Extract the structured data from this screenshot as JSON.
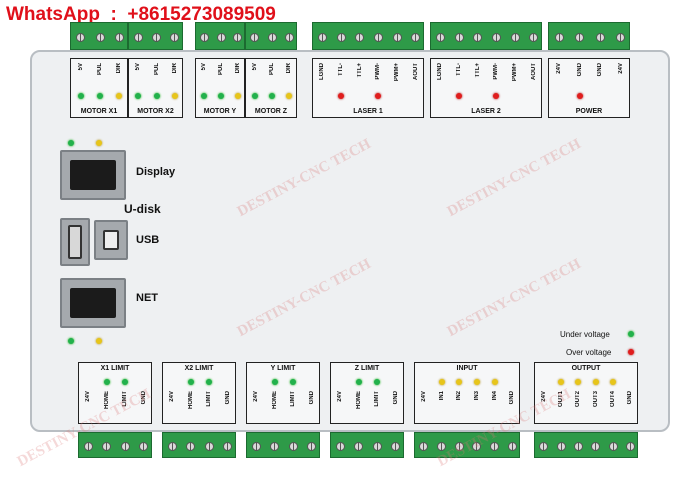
{
  "watermark_header": "WhatsApp  :  +8615273089509",
  "watermark_text": "DESTINY-CNC TECH",
  "top_groups": [
    {
      "caption": "MOTOR X1",
      "pins": [
        "5V",
        "PUL",
        "DIR"
      ]
    },
    {
      "caption": "MOTOR X2",
      "pins": [
        "5V",
        "PUL",
        "DIR"
      ]
    },
    {
      "caption": "MOTOR Y",
      "pins": [
        "5V",
        "PUL",
        "DIR"
      ]
    },
    {
      "caption": "MOTOR Z",
      "pins": [
        "5V",
        "PUL",
        "DIR"
      ]
    },
    {
      "caption": "LASER 1",
      "pins": [
        "LGND",
        "TTL-",
        "TTL+",
        "PWM-",
        "PWM+",
        "AOUT"
      ]
    },
    {
      "caption": "LASER 2",
      "pins": [
        "LGND",
        "TTL-",
        "TTL+",
        "PWM-",
        "PWM+",
        "AOUT"
      ]
    },
    {
      "caption": "POWER",
      "pins": [
        "24V",
        "GND",
        "GND",
        "24V"
      ]
    }
  ],
  "bottom_groups": [
    {
      "caption": "X1 LIMIT",
      "pins": [
        "24V",
        "HOME",
        "LIMIT",
        "GND"
      ]
    },
    {
      "caption": "X2 LIMIT",
      "pins": [
        "24V",
        "HOME",
        "LIMIT",
        "GND"
      ]
    },
    {
      "caption": "Y LIMIT",
      "pins": [
        "24V",
        "HOME",
        "LIMIT",
        "GND"
      ]
    },
    {
      "caption": "Z LIMIT",
      "pins": [
        "24V",
        "HOME",
        "LIMIT",
        "GND"
      ]
    },
    {
      "caption": "INPUT",
      "pins": [
        "24V",
        "IN1",
        "IN2",
        "IN3",
        "IN4",
        "GND"
      ]
    },
    {
      "caption": "OUTPUT",
      "pins": [
        "24V",
        "OUT1",
        "OUT2",
        "OUT3",
        "OUT4",
        "GND"
      ]
    }
  ],
  "ports": {
    "display": "Display",
    "udisk": "U-disk",
    "usb": "USB",
    "net": "NET"
  },
  "status": {
    "under_voltage": "Under voltage",
    "over_voltage": "Over voltage"
  }
}
